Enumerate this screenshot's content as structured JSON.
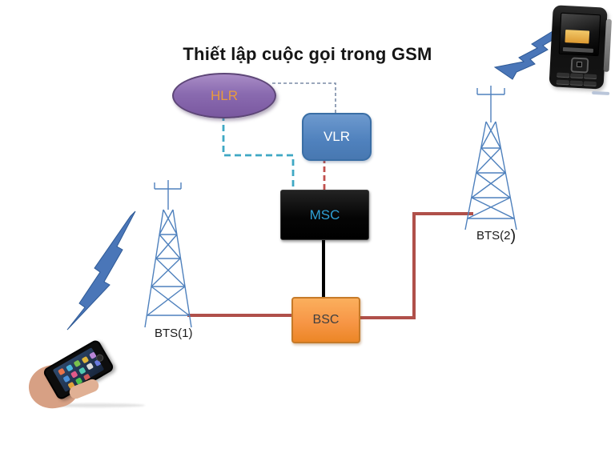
{
  "slide": {
    "title": "Thiết lập cuộc gọi trong GSM",
    "background_color": "#ffffff"
  },
  "nodes": {
    "hlr": {
      "label": "HLR",
      "shape": "ellipse",
      "fill_color": "#8667ab",
      "text_color": "#e89b3e"
    },
    "vlr": {
      "label": "VLR",
      "shape": "rounded-rect",
      "fill_color": "#4f81bd",
      "text_color": "#ffffff"
    },
    "msc": {
      "label": "MSC",
      "shape": "rect",
      "fill_color": "#0a0a0a",
      "text_color": "#2e9fd4"
    },
    "bsc": {
      "label": "BSC",
      "shape": "rect",
      "fill_color": "#f79646",
      "text_color": "#3f3f3f"
    }
  },
  "towers": {
    "bts1": {
      "label": "BTS(1)"
    },
    "bts2": {
      "label": "BTS(2",
      "label_suffix": ")"
    }
  },
  "connectors": {
    "hlr_to_vlr": {
      "style": "dotted",
      "color": "#7a8ba6"
    },
    "hlr_to_msc": {
      "style": "dashed",
      "color": "#3fa8c4"
    },
    "vlr_to_msc": {
      "style": "dashed",
      "color": "#c0504d"
    },
    "msc_to_bsc": {
      "style": "solid",
      "color": "#000000"
    },
    "bts1_to_bsc": {
      "style": "solid",
      "color": "#b0504a"
    },
    "bts2_to_bsc": {
      "style": "solid",
      "color": "#b0504a"
    }
  },
  "decorations": {
    "tower_color": "#4f81bd",
    "bolt_color": "#4a76b8",
    "bolt_border_color": "#2f5a96"
  }
}
